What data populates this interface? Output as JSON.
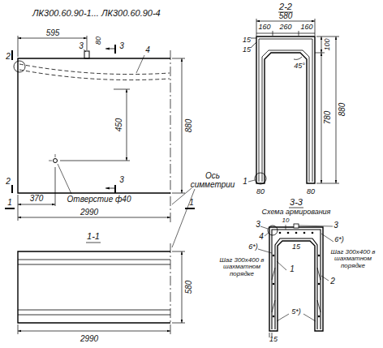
{
  "diagram": {
    "title": "ЛК300.60.90-1... ЛК300.60.90-4",
    "labels": [
      "595",
      "3",
      "80",
      "3",
      "4",
      "2",
      "880",
      "450",
      "3",
      "2",
      "1",
      "1",
      "370",
      "Отверстие ф40",
      "2990",
      "1-1",
      "Ось симметрии",
      "580",
      "2990",
      "2-2",
      "580",
      "160",
      "260",
      "160",
      "15",
      "15",
      "100",
      "45°",
      "880",
      "780",
      "1",
      "80",
      "80",
      "3-3",
      "Схема армирования",
      "3",
      "3",
      "4",
      "6*)",
      "Шаг 300х400 в шахматном порядке",
      "6*)",
      "Шаг 300х400 в шахматном порядке",
      "10",
      "15",
      "1",
      "2",
      "5*)",
      "15"
    ]
  }
}
